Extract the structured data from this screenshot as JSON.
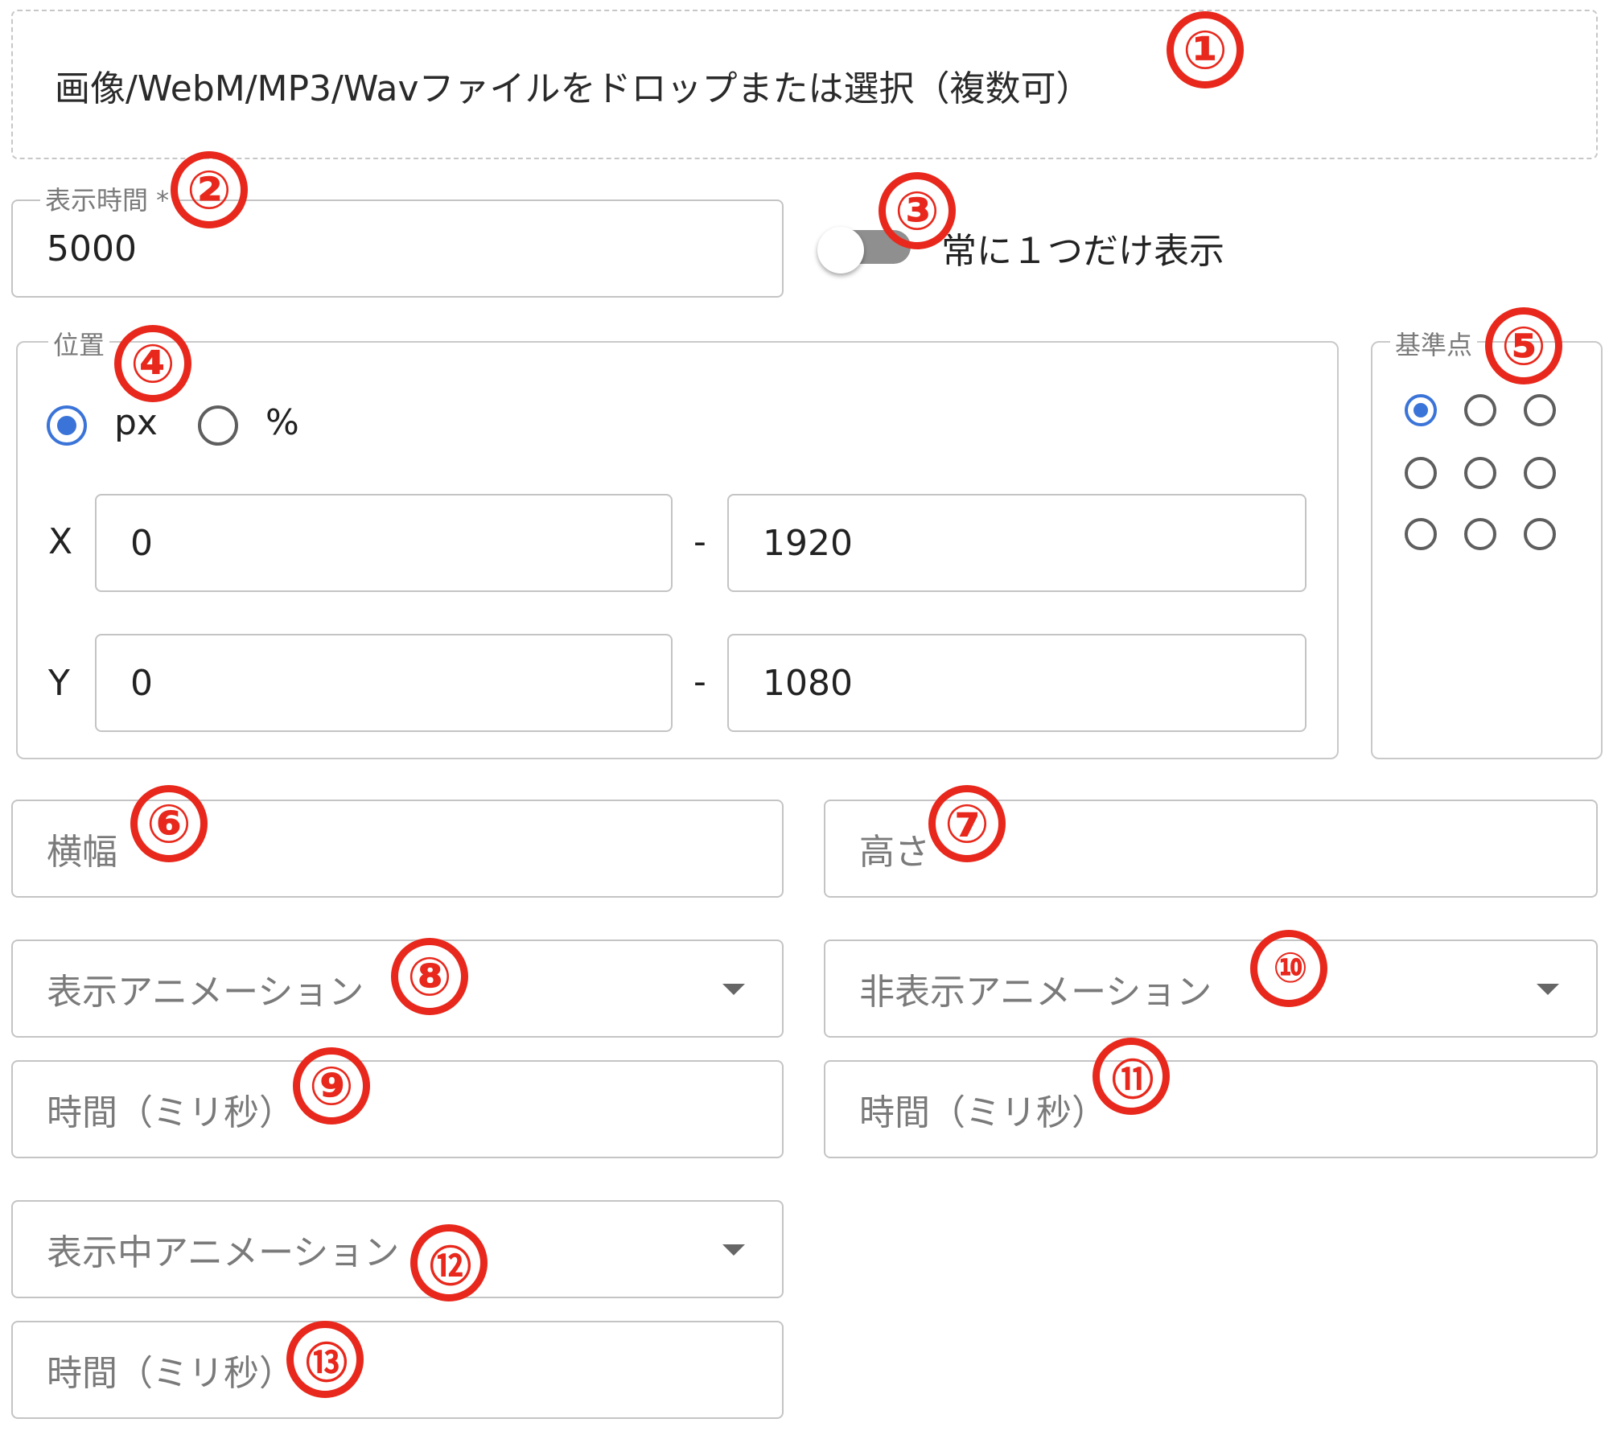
{
  "dropzone": {
    "label": "画像/WebM/MP3/Wavファイルをドロップまたは選択（複数可）"
  },
  "display_time": {
    "label": "表示時間 *",
    "value": "5000"
  },
  "single_toggle": {
    "label": "常に１つだけ表示",
    "on": false
  },
  "position": {
    "legend": "位置",
    "unit_options": [
      "px",
      "%"
    ],
    "unit_selected": "px",
    "x_label": "X",
    "y_label": "Y",
    "x_min": "0",
    "x_max": "1920",
    "y_min": "0",
    "y_max": "1080",
    "range_separator": "-"
  },
  "anchor": {
    "legend": "基準点",
    "selected_index": 0,
    "grid": "3x3"
  },
  "width_field": {
    "placeholder": "横幅"
  },
  "height_field": {
    "placeholder": "高さ"
  },
  "show_animation": {
    "placeholder": "表示アニメーション"
  },
  "show_duration": {
    "placeholder": "時間（ミリ秒）"
  },
  "hide_animation": {
    "placeholder": "非表示アニメーション"
  },
  "hide_duration": {
    "placeholder": "時間（ミリ秒）"
  },
  "during_animation": {
    "placeholder": "表示中アニメーション"
  },
  "during_duration": {
    "placeholder": "時間（ミリ秒）"
  },
  "annotations": [
    "①",
    "②",
    "③",
    "④",
    "⑤",
    "⑥",
    "⑦",
    "⑧",
    "⑨",
    "⑩",
    "⑪",
    "⑫",
    "⑬"
  ],
  "colors": {
    "accent": "#3b74d8",
    "annotation": "#e8281c",
    "border": "#c4c4c4"
  }
}
